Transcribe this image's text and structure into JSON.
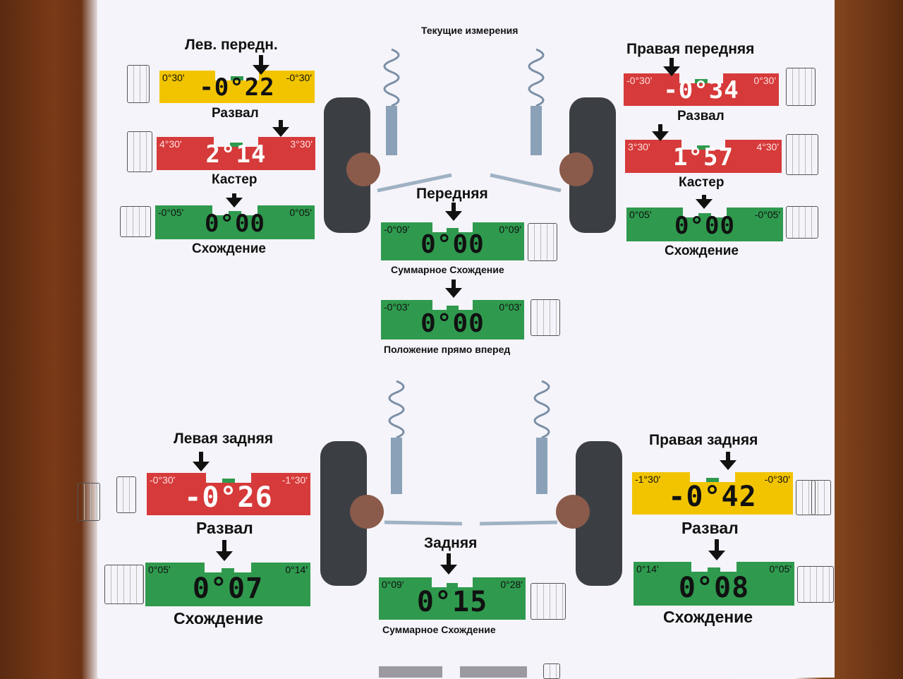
{
  "title": "Текущие измерения",
  "front": {
    "left_head": "Лев. передн.",
    "right_head": "Правая передняя",
    "center_head": "Передняя",
    "left_camber": {
      "min": "0°30'",
      "max": "-0°30'",
      "value": "-0°22",
      "label": "Развал",
      "color": "#f2c400"
    },
    "left_caster": {
      "min": "4°30'",
      "max": "3°30'",
      "value": "2°14",
      "label": "Кастер",
      "color": "#d63a3a"
    },
    "left_toe": {
      "min": "-0°05'",
      "max": "0°05'",
      "value": "0°00",
      "label": "Схождение",
      "color": "#2f9a4e"
    },
    "right_camber": {
      "min": "-0°30'",
      "max": "0°30'",
      "value": "-0°34",
      "label": "Развал",
      "color": "#d63a3a"
    },
    "right_caster": {
      "min": "3°30'",
      "max": "4°30'",
      "value": "1°57",
      "label": "Кастер",
      "color": "#d63a3a"
    },
    "right_toe": {
      "min": "0°05'",
      "max": "-0°05'",
      "value": "0°00",
      "label": "Схождение",
      "color": "#2f9a4e"
    },
    "total_toe": {
      "min": "-0°09'",
      "max": "0°09'",
      "value": "0°00",
      "label": "Суммарное Схождение",
      "color": "#2f9a4e"
    },
    "straight": {
      "min": "-0°03'",
      "max": "0°03'",
      "value": "0°00",
      "label": "Положение прямо вперед",
      "color": "#2f9a4e"
    }
  },
  "rear": {
    "left_head": "Левая задняя",
    "right_head": "Правая задняя",
    "center_head": "Задняя",
    "left_camber": {
      "min": "-0°30'",
      "max": "-1°30'",
      "value": "-0°26",
      "label": "Развал",
      "color": "#d63a3a"
    },
    "right_camber": {
      "min": "-1°30'",
      "max": "-0°30'",
      "value": "-0°42",
      "label": "Развал",
      "color": "#f2c400"
    },
    "left_toe": {
      "min": "0°05'",
      "max": "0°14'",
      "value": "0°07",
      "label": "Схождение",
      "color": "#2f9a4e"
    },
    "right_toe": {
      "min": "0°14'",
      "max": "0°05'",
      "value": "0°08",
      "label": "Схождение",
      "color": "#2f9a4e"
    },
    "total_toe": {
      "min": "0°09'",
      "max": "0°28'",
      "value": "0°15",
      "label": "Суммарное Схождение",
      "color": "#2f9a4e"
    }
  }
}
